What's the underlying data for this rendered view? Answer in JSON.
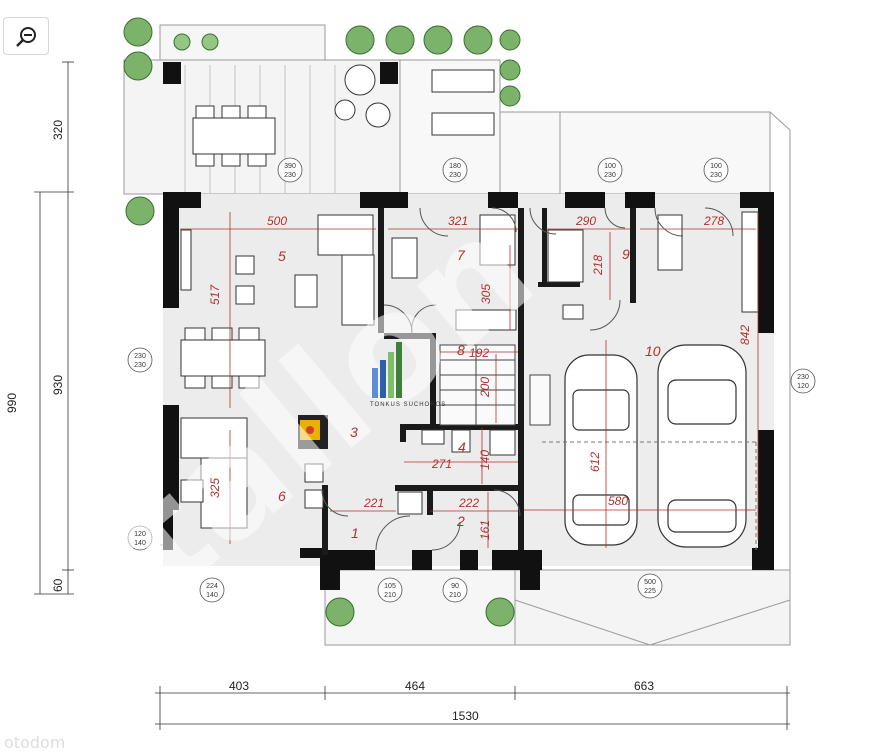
{
  "toolbar": {
    "zoom_icon": "zoom-out-icon"
  },
  "rooms": [
    {
      "id": "1",
      "label": "1"
    },
    {
      "id": "2",
      "label": "2"
    },
    {
      "id": "3",
      "label": "3"
    },
    {
      "id": "4",
      "label": "4"
    },
    {
      "id": "5",
      "label": "5"
    },
    {
      "id": "6",
      "label": "6"
    },
    {
      "id": "7",
      "label": "7"
    },
    {
      "id": "8",
      "label": "8"
    },
    {
      "id": "9",
      "label": "9"
    },
    {
      "id": "10",
      "label": "10"
    }
  ],
  "inner_dims": [
    "500",
    "517",
    "321",
    "305",
    "290",
    "218",
    "278",
    "842",
    "192",
    "200",
    "140",
    "271",
    "221",
    "222",
    "161",
    "612",
    "580",
    "325"
  ],
  "openings": {
    "o1": {
      "w": "390",
      "h": "230"
    },
    "o2": {
      "w": "180",
      "h": "230"
    },
    "o3": {
      "w": "100",
      "h": "230"
    },
    "o4": {
      "w": "100",
      "h": "230"
    },
    "o5": {
      "w": "230",
      "h": "230"
    },
    "o6": {
      "w": "230",
      "h": "120"
    },
    "o7": {
      "w": "120",
      "h": "140"
    },
    "o8": {
      "w": "224",
      "h": "140"
    },
    "o9": {
      "w": "105",
      "h": "210"
    },
    "o10": {
      "w": "90",
      "h": "210"
    },
    "o11": {
      "w": "500",
      "h": "225"
    }
  },
  "outer_dims": {
    "left_total": "990",
    "left_body": "930",
    "left_top": "320",
    "left_bottom": "60",
    "bottom_seg1": "403",
    "bottom_seg2": "464",
    "bottom_seg3": "663",
    "bottom_total": "1530"
  },
  "watermark": {
    "big": "tallon",
    "brand": "TONKUS SUCHOROS",
    "corner": "otodom"
  },
  "colors": {
    "wall": "#111111",
    "floor": "#ececec",
    "label": "#b0312f",
    "line": "#888888"
  }
}
